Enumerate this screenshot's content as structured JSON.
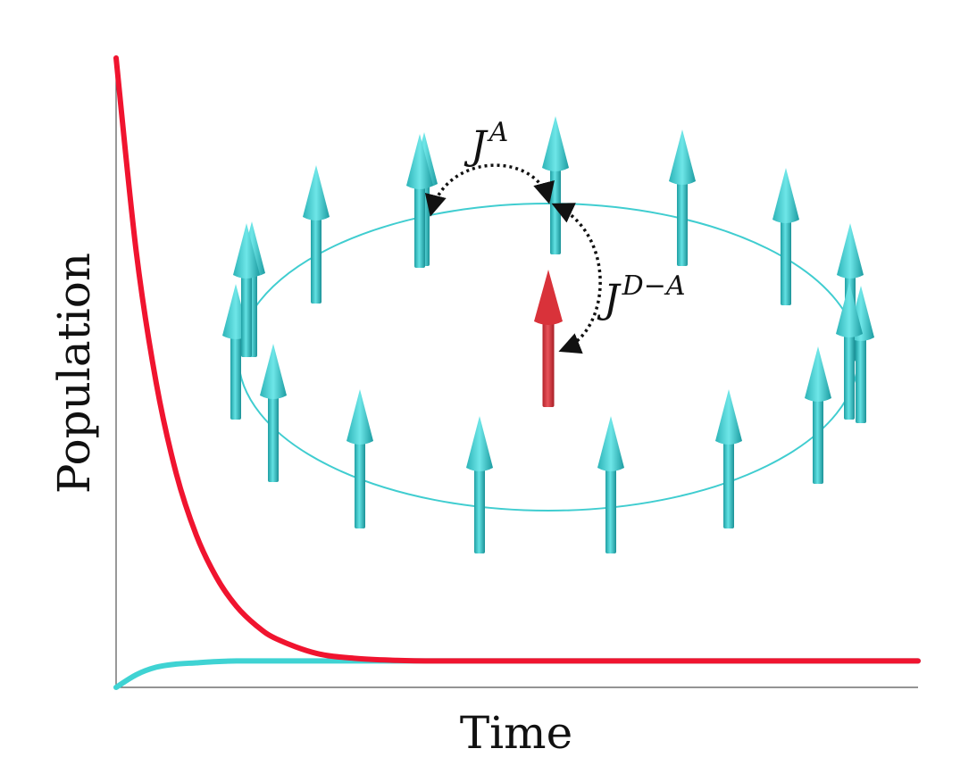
{
  "chart_data": {
    "type": "line",
    "xlabel": "Time",
    "ylabel": "Population",
    "xlim": [
      0,
      10
    ],
    "ylim": [
      0,
      1
    ],
    "grid": false,
    "series": [
      {
        "color": "#f0142f",
        "x": [
          0,
          0.25,
          0.5,
          0.75,
          1.0,
          1.25,
          1.5,
          1.75,
          2.0,
          2.5,
          3.0,
          3.5,
          4.0,
          5.0,
          6.0,
          7.0,
          8.0,
          9.0,
          10.0
        ],
        "y": [
          1.0,
          0.694,
          0.484,
          0.34,
          0.242,
          0.175,
          0.129,
          0.098,
          0.077,
          0.054,
          0.046,
          0.043,
          0.042,
          0.042,
          0.042,
          0.042,
          0.042,
          0.042,
          0.042
        ]
      },
      {
        "color": "#3fd3d3",
        "x": [
          0,
          0.25,
          0.5,
          0.75,
          1.0,
          1.25,
          1.5,
          1.75,
          2.0,
          2.5,
          3.0,
          3.5,
          4.0,
          5.0,
          6.0,
          7.0,
          8.0,
          9.0,
          10.0
        ],
        "y": [
          0.0,
          0.02,
          0.032,
          0.037,
          0.039,
          0.041,
          0.042,
          0.042,
          0.042,
          0.042,
          0.042,
          0.042,
          0.042,
          0.042,
          0.042,
          0.042,
          0.042,
          0.042,
          0.042
        ]
      }
    ]
  },
  "inset": {
    "ring_arrow_count": 18,
    "ring_color": "#40cdd0",
    "center_arrow_color": "#d9323a",
    "coupling_acceptor": {
      "base": "J",
      "sup": "A"
    },
    "coupling_donor_acceptor": {
      "base": "J",
      "sup": "D−A"
    }
  }
}
